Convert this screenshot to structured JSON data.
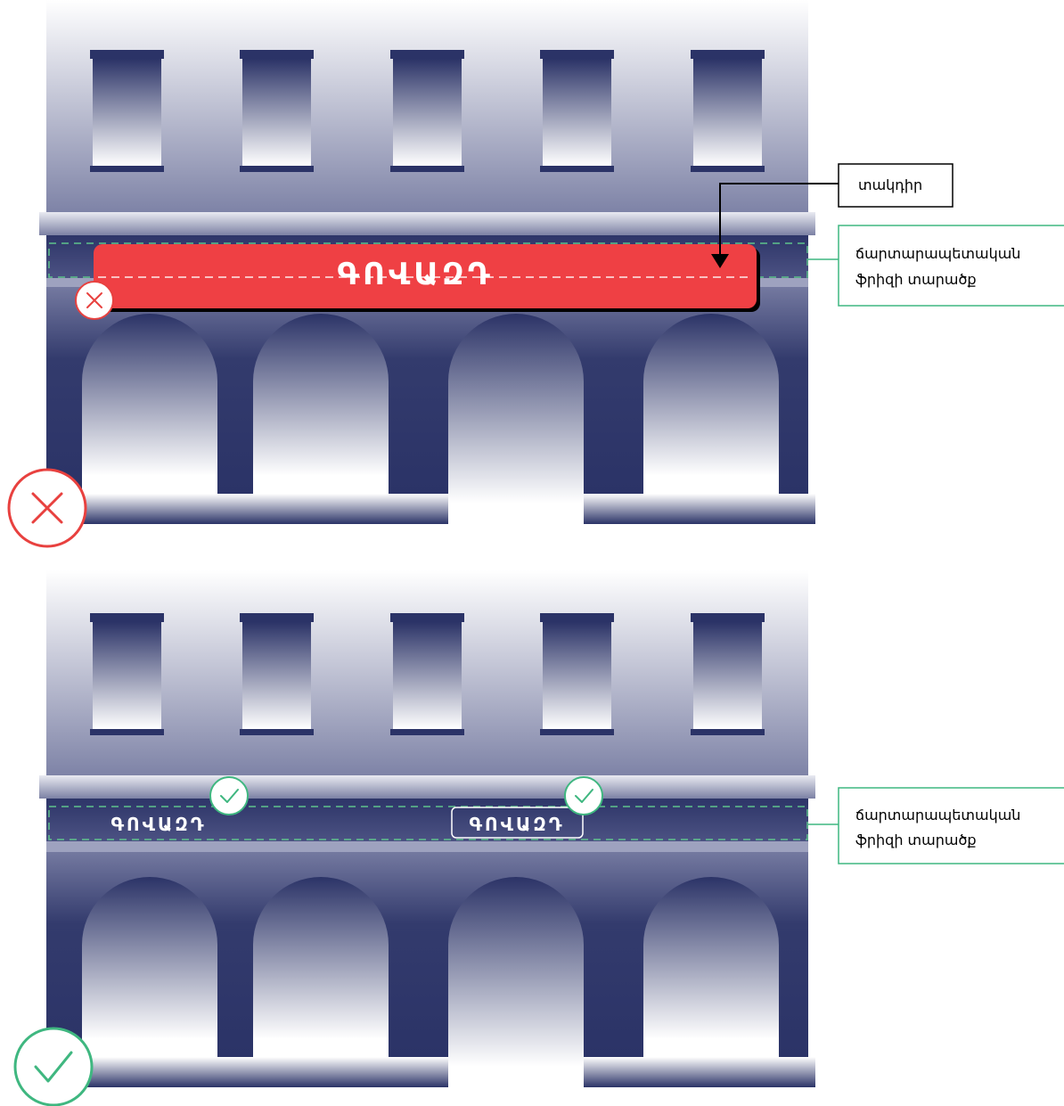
{
  "colors": {
    "facade_dark": "#2b3367",
    "facade_light": "#ffffff",
    "sign_red": "#ef4044",
    "wrong_red": "#e8413f",
    "correct_green": "#3fb780",
    "frieze_guide": "#5ec38b",
    "callout_border": "#000000"
  },
  "wrong_example": {
    "sign_text": "ԳՈՎԱԶԴ",
    "callout_signboard": "տակդիր",
    "callout_frieze_line1": "ճարտարապետական",
    "callout_frieze_line2": "ֆրիզի տարածք",
    "badge": "cross-icon"
  },
  "correct_example": {
    "letters_text": "ԳՈՎԱԶԴ",
    "boxed_text": "ԳՈՎԱԶԴ",
    "callout_frieze_line1": "ճարտարապետական",
    "callout_frieze_line2": "ֆրիզի տարածք",
    "badge": "check-icon"
  }
}
